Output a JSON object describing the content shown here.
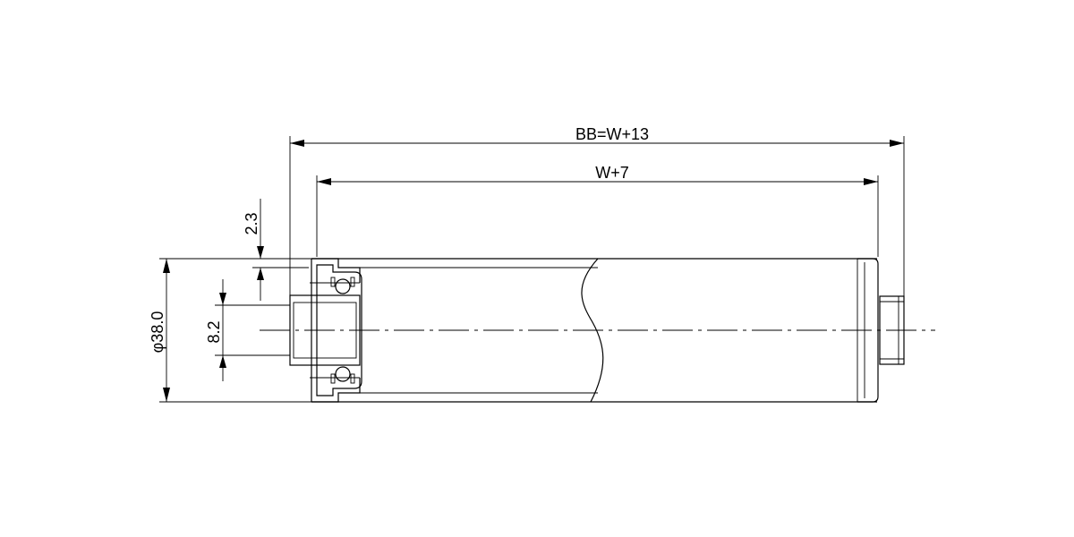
{
  "dimensions": {
    "overall_length": "BB=W+13",
    "tube_length": "W+7",
    "flange_step": "2.3",
    "outer_diameter": "φ38.0",
    "bore": "8.2"
  }
}
